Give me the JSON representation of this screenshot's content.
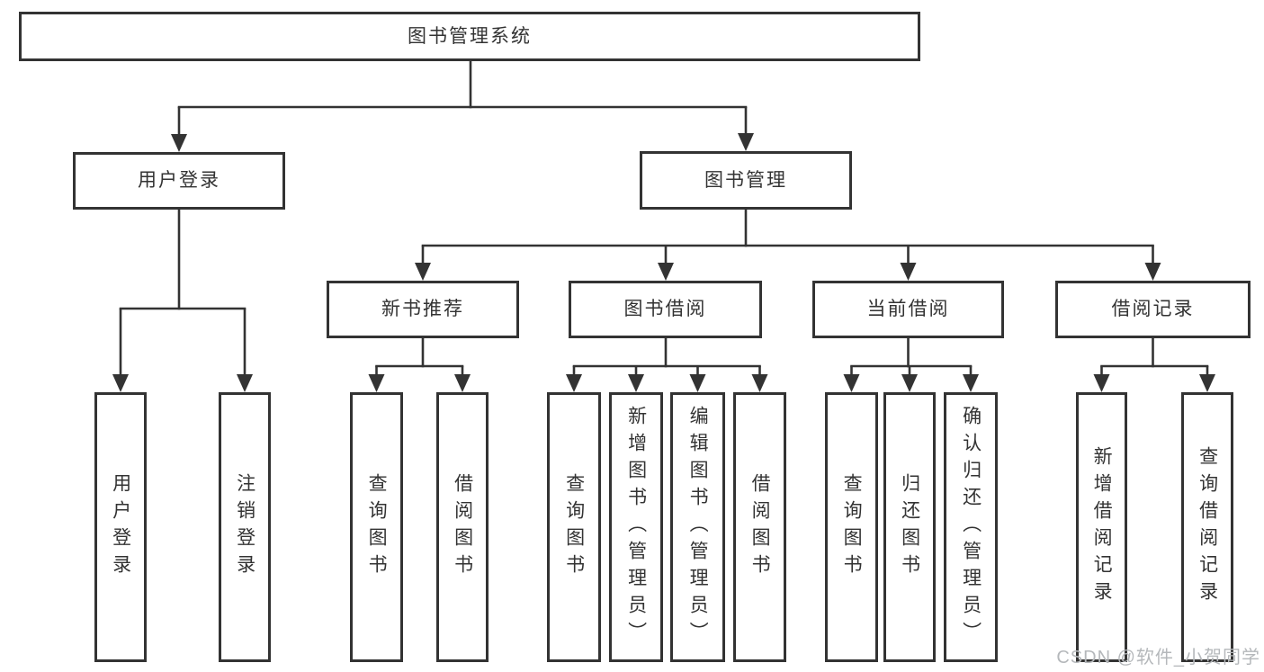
{
  "diagram": {
    "root": {
      "label": "图书管理系统"
    },
    "branches": [
      {
        "label": "用户登录",
        "children": [
          {
            "label": "用户登录"
          },
          {
            "label": "注销登录"
          }
        ]
      },
      {
        "label": "图书管理",
        "children": [
          {
            "label": "新书推荐",
            "children": [
              {
                "label": "查询图书"
              },
              {
                "label": "借阅图书"
              }
            ]
          },
          {
            "label": "图书借阅",
            "children": [
              {
                "label": "查询图书"
              },
              {
                "label": "新增图书（管理员）"
              },
              {
                "label": "编辑图书（管理员）"
              },
              {
                "label": "借阅图书"
              }
            ]
          },
          {
            "label": "当前借阅",
            "children": [
              {
                "label": "查询图书"
              },
              {
                "label": "归还图书"
              },
              {
                "label": "确认归还（管理员）"
              }
            ]
          },
          {
            "label": "借阅记录",
            "children": [
              {
                "label": "新增借阅记录"
              },
              {
                "label": "查询借阅记录"
              }
            ]
          }
        ]
      }
    ]
  },
  "watermark": {
    "text": "CSDN @软件_小贺同学"
  },
  "colors": {
    "line": "#333333",
    "text": "#333333",
    "watermark": "#b5b8bb",
    "background": "#ffffff"
  }
}
